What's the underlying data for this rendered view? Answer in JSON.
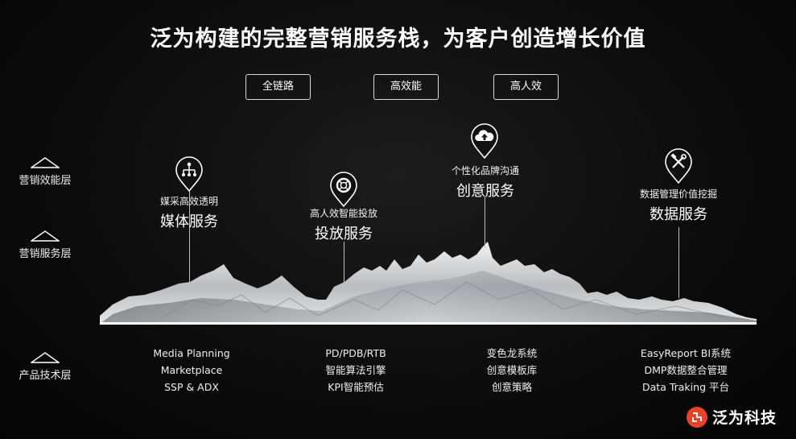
{
  "title": "泛为构建的完整营销服务栈，为客户创造增长价值",
  "pills": [
    "全链路",
    "高效能",
    "高人效"
  ],
  "layers": {
    "efficiency": "营销效能层",
    "service": "营销服务层",
    "product": "产品技术层"
  },
  "services": [
    {
      "sub": "媒采高效透明",
      "main": "媒体服务",
      "icon": "network-icon"
    },
    {
      "sub": "高人效智能投放",
      "main": "投放服务",
      "icon": "lifebuoy-icon"
    },
    {
      "sub": "个性化品牌沟通",
      "main": "创意服务",
      "icon": "cloud-upload-icon"
    },
    {
      "sub": "数据管理价值挖掘",
      "main": "数据服务",
      "icon": "tools-icon"
    }
  ],
  "products": [
    [
      "Media Planning",
      "Marketplace",
      "SSP & ADX"
    ],
    [
      "PD/PDB/RTB",
      "智能算法引擎",
      "KPI智能预估"
    ],
    [
      "变色龙系统",
      "创意模板库",
      "创意策略"
    ],
    [
      "EasyReport BI系统",
      "DMP数据整合管理",
      "Data Traking 平台"
    ]
  ],
  "logo": {
    "text": "泛为科技",
    "color": "#e8432a"
  }
}
